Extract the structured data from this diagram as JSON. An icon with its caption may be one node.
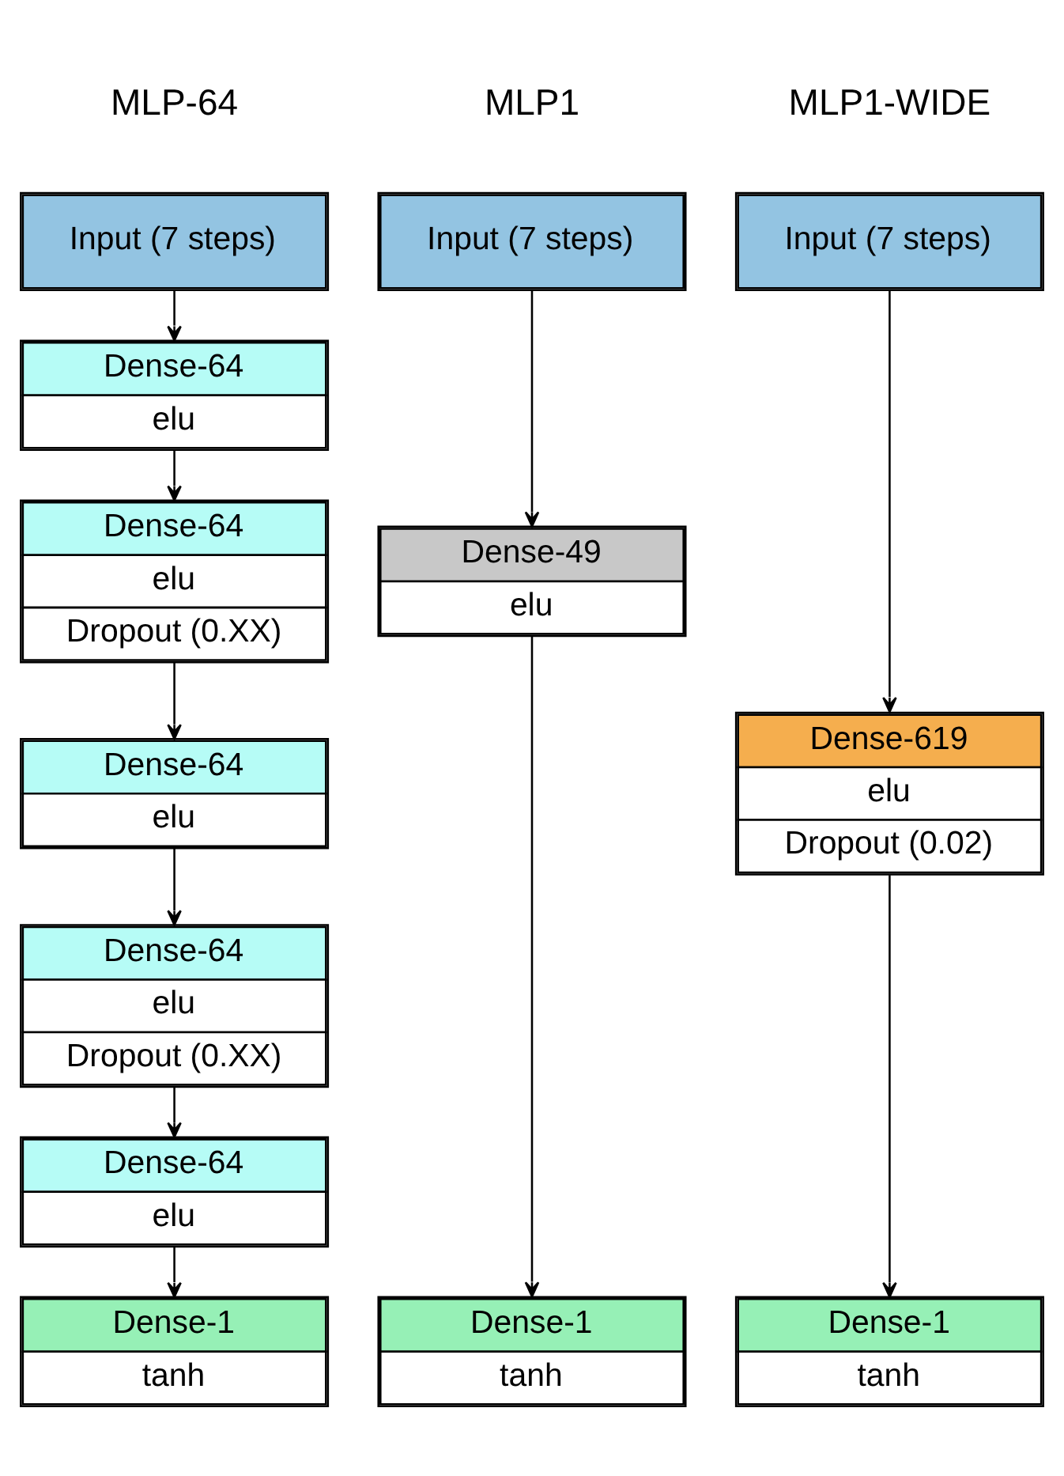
{
  "diagram": {
    "nodes": [
      {
        "text": [
          "Input (7 steps)"
        ]
      },
      {
        "text": [
          "Dense-64",
          "elu"
        ]
      },
      {
        "text": [
          "Dense-64",
          "elu",
          "Dropout (0.XX)"
        ]
      },
      {
        "text": [
          "Dense-64",
          "elu"
        ]
      },
      {
        "text": [
          "Dense-64",
          "elu",
          "Dropout (0.XX)"
        ]
      },
      {
        "text": [
          "Dense-64",
          "elu"
        ]
      },
      {
        "text": [
          "Dense-1",
          "tanh"
        ]
      },
      {
        "text": [
          "Input (7 steps)"
        ]
      },
      {
        "text": [
          "Dense-49",
          "elu"
        ]
      },
      {
        "text": [
          "Dense-1",
          "tanh"
        ]
      },
      {
        "text": [
          "Input (7 steps)"
        ]
      },
      {
        "text": [
          "Dense-619",
          "elu",
          "Dropout (0.02)"
        ]
      },
      {
        "text": [
          "Dense-1",
          "tanh"
        ]
      }
    ],
    "edges": [
      {
        "from": 0,
        "to": 1,
        "arrow": "to"
      },
      {
        "from": 1,
        "to": 2,
        "arrow": "to"
      },
      {
        "from": 2,
        "to": 3,
        "arrow": "to"
      },
      {
        "from": 3,
        "to": 4,
        "arrow": "to"
      },
      {
        "from": 4,
        "to": 5,
        "arrow": "to"
      },
      {
        "from": 5,
        "to": 6,
        "arrow": "to"
      },
      {
        "from": 7,
        "to": 8,
        "arrow": "to"
      },
      {
        "from": 8,
        "to": 9,
        "arrow": "to"
      },
      {
        "from": 10,
        "to": 11,
        "arrow": "to"
      },
      {
        "from": 11,
        "to": 12,
        "arrow": "to"
      }
    ],
    "labels": [
      "MLP-64",
      "MLP1",
      "MLP1-WIDE"
    ]
  }
}
